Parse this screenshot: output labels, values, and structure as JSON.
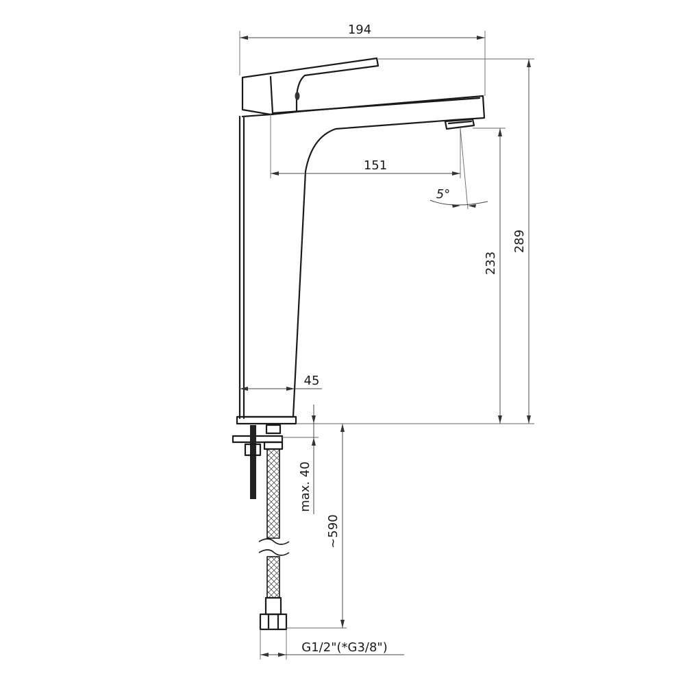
{
  "dimensions": {
    "overall_width": "194",
    "spout_reach": "151",
    "spout_angle": "5°",
    "spout_height": "233",
    "overall_height": "289",
    "body_base_width": "45",
    "max_counter_thickness": "max. 40",
    "hose_length": "~590",
    "connection_thread": "G1/2\"(*G3/8\")"
  }
}
